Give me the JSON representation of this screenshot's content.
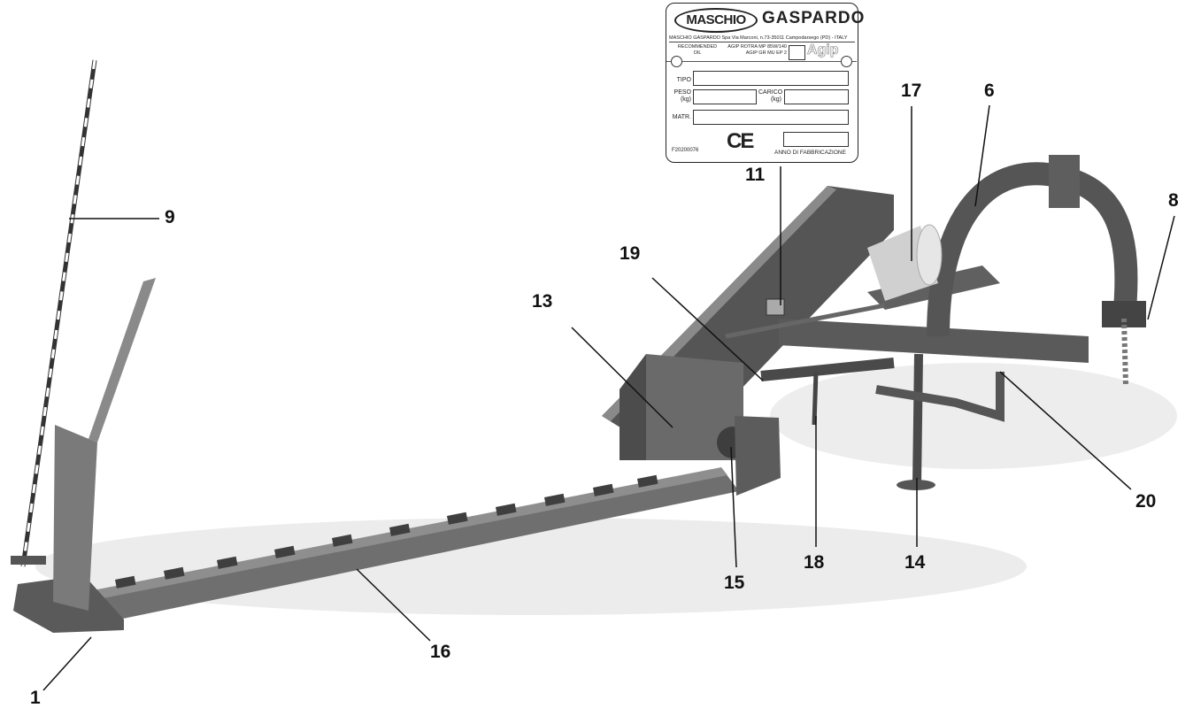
{
  "nameplate": {
    "brand_left": "MASCHIO",
    "brand_right": "GASPARDO",
    "address": "MASCHIO GASPARDO Spa Via Marconi, n.73-35011 Campodarsego (PD) - ITALY",
    "recommended_oil_label": "RECOMMENDED OIL",
    "oil_line_1": "AGIP ROTRA MP 85W/140",
    "oil_line_2": "AGIP GR MU EP 2",
    "oil_brand": "Agip",
    "field_tipo": "TIPO",
    "field_peso": "PESO (kg)",
    "field_carico": "CARICO (kg)",
    "field_matr": "MATR.",
    "ce_mark": "CE",
    "plate_code": "F20200076",
    "anno_label": "ANNO DI FABBRICAZIONE"
  },
  "callouts": [
    "1",
    "6",
    "8",
    "9",
    "11",
    "13",
    "14",
    "15",
    "16",
    "17",
    "18",
    "19",
    "20"
  ],
  "colors": {
    "machine_dark": "#4a4a4a",
    "machine_mid": "#6e6e6e",
    "machine_light": "#9a9a9a",
    "shadow": "#e6e6e6",
    "line": "#111111"
  }
}
